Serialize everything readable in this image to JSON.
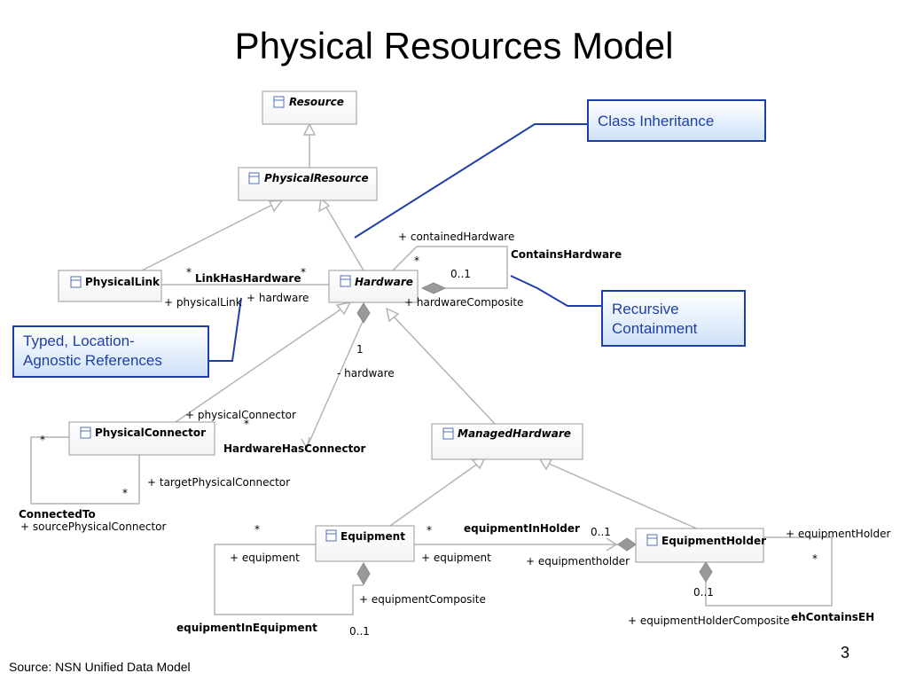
{
  "slide": {
    "title": "Physical Resources Model",
    "source": "Source: NSN Unified Data Model",
    "page_number": "3"
  },
  "classes": {
    "resource": "Resource",
    "physical_resource": "PhysicalResource",
    "physical_link": "PhysicalLink",
    "hardware": "Hardware",
    "physical_connector": "PhysicalConnector",
    "managed_hardware": "ManagedHardware",
    "equipment": "Equipment",
    "equipment_holder": "EquipmentHolder"
  },
  "associations": {
    "link_has_hardware": "LinkHasHardware",
    "contains_hardware": "ContainsHardware",
    "hardware_has_connector": "HardwareHasConnector",
    "connected_to": "ConnectedTo",
    "equipment_in_holder": "equipmentInHolder",
    "equipment_in_equipment": "equipmentInEquipment",
    "eh_contains_eh": "ehContainsEH"
  },
  "roles": {
    "contained_hardware": "+ containedHardware",
    "hardware_composite": "+ hardwareComposite",
    "physical_link": "+ physicalLink",
    "hardware_plus": "+ hardware",
    "hardware_minus": "- hardware",
    "physical_connector": "+ physicalConnector",
    "target_physical_connector": "+ targetPhysicalConnector",
    "source_physical_connector": "+ sourcePhysicalConnector",
    "equipment_left": "+ equipment",
    "equipment_right": "+ equipment",
    "equipment_composite": "+ equipmentComposite",
    "equipment_holder": "+ equipmentholder",
    "equipment_holder_outer": "+ equipmentHolder",
    "equipment_holder_composite": "+ equipmentHolderComposite"
  },
  "multiplicities": {
    "star": "*",
    "zero_one": "0..1",
    "one": "1"
  },
  "callouts": {
    "class_inheritance": "Class Inheritance",
    "recursive_containment_line1": "Recursive",
    "recursive_containment_line2": "Containment",
    "typed_refs_line1": "Typed, Location-",
    "typed_refs_line2": "Agnostic References"
  },
  "colors": {
    "callout_border": "#1f3fa8",
    "callout_text": "#1f3fa8",
    "callout_fill_bottom": "#cfe2f9",
    "connector_line": "#b4b4b4",
    "class_border": "#9a9a9a",
    "leader_line": "#1f3fa8"
  }
}
